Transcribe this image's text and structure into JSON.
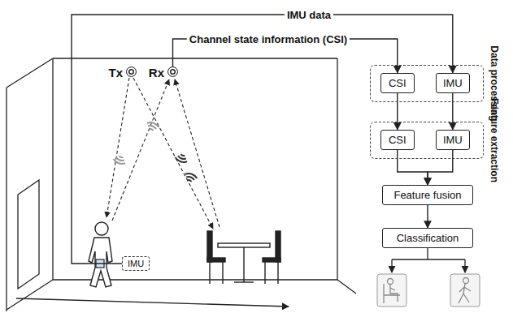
{
  "diagram": {
    "nodes": [
      {
        "text": [
          "Tx"
        ]
      },
      {
        "text": [
          "Rx"
        ]
      },
      {
        "text": [
          "IMU"
        ]
      },
      {
        "text": [
          "Data processing"
        ]
      },
      {
        "text": [
          "CSI"
        ],
        "in": 3
      },
      {
        "text": [
          "IMU"
        ],
        "in": 3
      },
      {
        "text": [
          "Feature extraction"
        ]
      },
      {
        "text": [
          "CSI"
        ],
        "in": 6
      },
      {
        "text": [
          "IMU"
        ],
        "in": 6
      },
      {
        "text": [
          "Feature fusion"
        ]
      },
      {
        "text": [
          "Classification"
        ]
      }
    ],
    "edges": [
      {
        "from": 2,
        "to": 5,
        "label": "IMU data",
        "arrow": "to"
      },
      {
        "from": 1,
        "to": 4,
        "label": "Channel state information (CSI)",
        "arrow": "to"
      },
      {
        "from": 4,
        "to": 7,
        "arrow": "to"
      },
      {
        "from": 5,
        "to": 8,
        "arrow": "to"
      },
      {
        "from": 7,
        "to": 9,
        "arrow": "to"
      },
      {
        "from": 8,
        "to": 9,
        "arrow": "to"
      },
      {
        "from": 9,
        "to": 10,
        "arrow": "to"
      }
    ]
  }
}
